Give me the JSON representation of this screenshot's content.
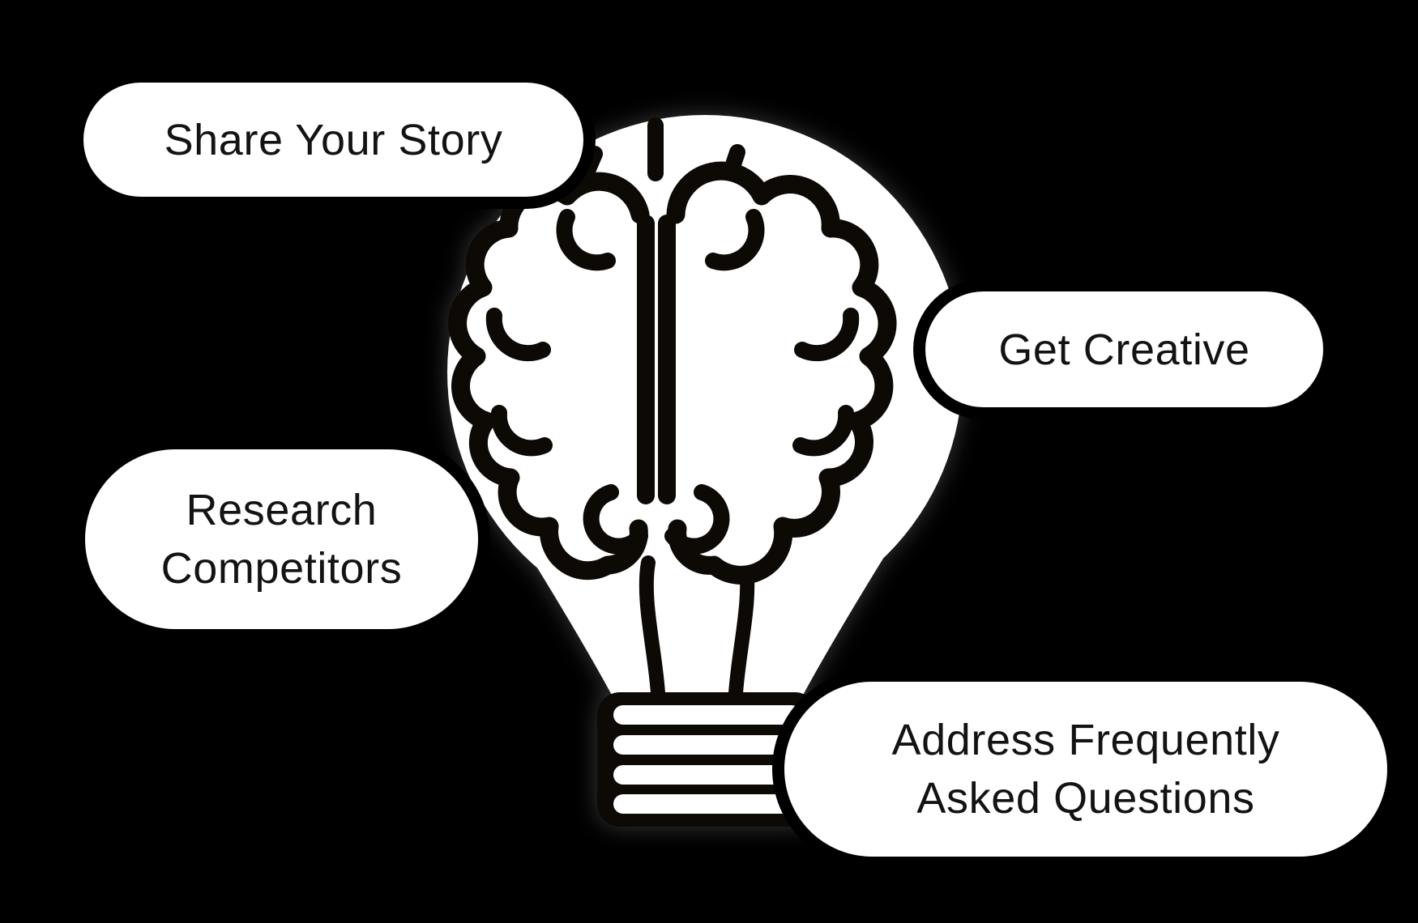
{
  "colors": {
    "background": "#000000",
    "ink": "#0d0905",
    "bubble_fill": "#ffffff",
    "bubble_text": "#131313"
  },
  "icon": {
    "name": "lightbulb-brain-icon"
  },
  "bubbles": [
    {
      "id": "share-your-story",
      "lines": [
        "Share Your Story"
      ]
    },
    {
      "id": "get-creative",
      "lines": [
        "Get Creative"
      ]
    },
    {
      "id": "research-competitors",
      "lines": [
        "Research",
        "Competitors"
      ]
    },
    {
      "id": "address-faq",
      "lines": [
        "Address Frequently",
        "Asked Questions"
      ]
    }
  ]
}
